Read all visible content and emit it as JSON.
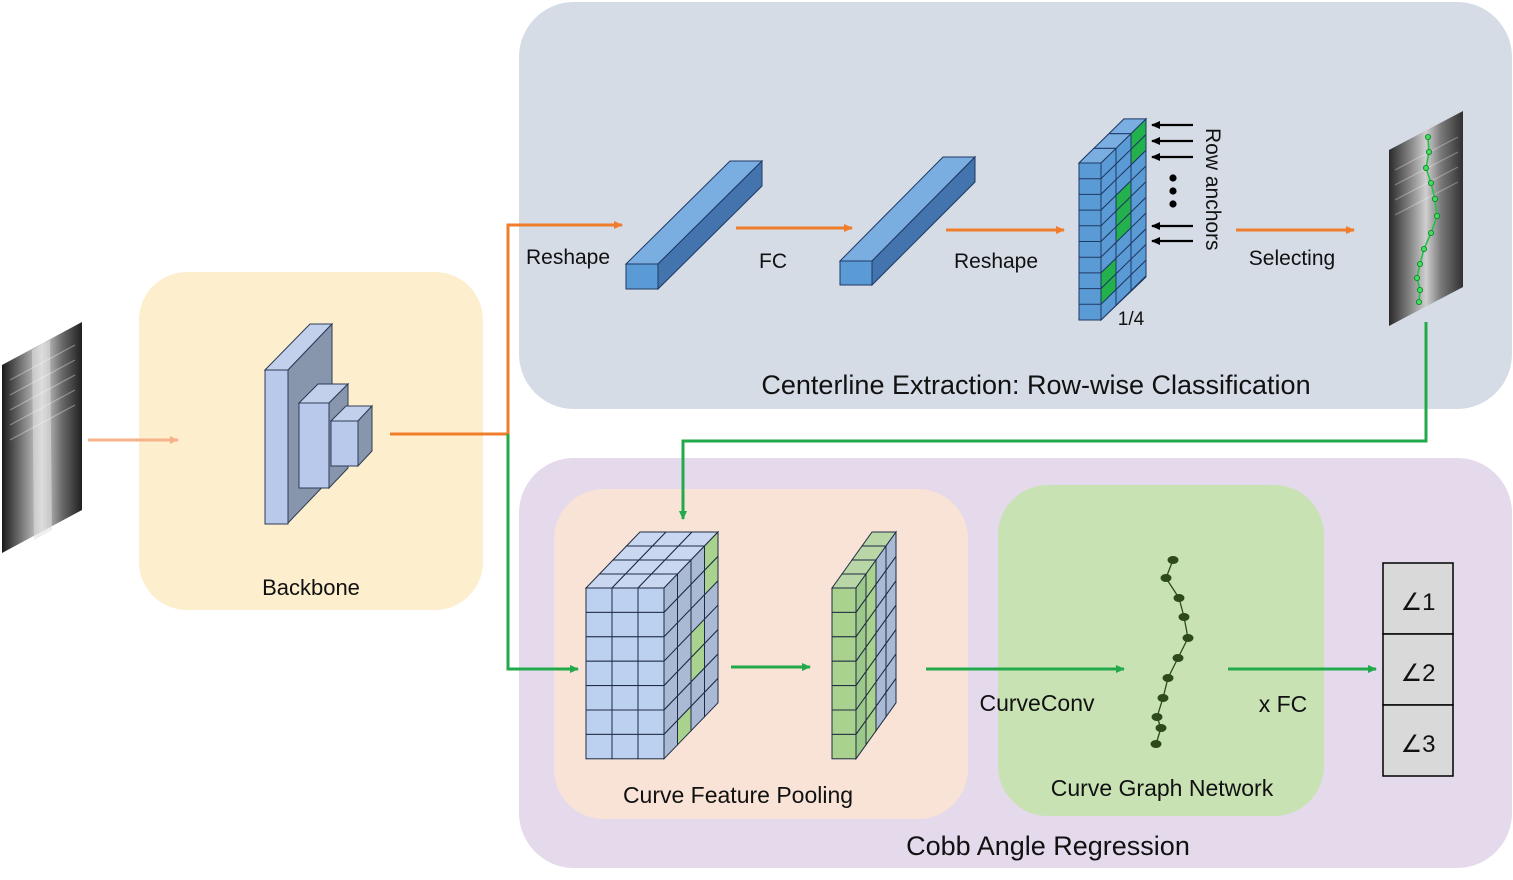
{
  "labels": {
    "backbone": "Backbone",
    "reshape_1": "Reshape",
    "fc": "FC",
    "reshape_2": "Reshape",
    "one_quarter": "1/4",
    "row_anchors": "Row anchors",
    "selecting": "Selecting",
    "centerline_title": "Centerline Extraction: Row-wise Classification",
    "curve_feature_pooling": "Curve Feature Pooling",
    "curveconv": "CurveConv",
    "x_fc": "x FC",
    "curve_graph_network": "Curve Graph Network",
    "cobb_title": "Cobb Angle Regression",
    "angle_1": "∠1",
    "angle_2": "∠2",
    "angle_3": "∠3"
  },
  "colors": {
    "backbone_panel": "#fdefcd",
    "centerline_panel": "#d5dce6",
    "cobb_panel": "#e5d9ec",
    "pooling_panel": "#f8e3d6",
    "graph_panel": "#c8e2b4",
    "orange_arrow": "#f07d2b",
    "green_arrow": "#22aa4a",
    "blue_face": "#5b9bd5",
    "light_blue_face": "#bcd0ef",
    "green_cell": "#22b14c",
    "light_green_cell": "#a8d28e",
    "node": "#2c4a1b"
  }
}
